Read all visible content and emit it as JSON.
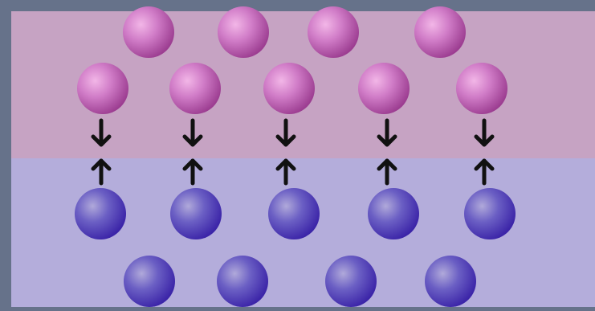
{
  "colors": {
    "frame": "#66728a",
    "top_region": "#c6a3c3",
    "bottom_region": "#b4addb",
    "top_sphere_light": "#f2b6e7",
    "top_sphere_mid": "#d17dc8",
    "top_sphere_dark": "#9b3c90",
    "bottom_sphere_light": "#b0a9da",
    "bottom_sphere_mid": "#6b5fc4",
    "bottom_sphere_dark": "#3a23a7",
    "arrow": "#111111"
  },
  "layers": {
    "top_region": {
      "name": "upper-phase"
    },
    "bottom_region": {
      "name": "lower-phase"
    }
  },
  "particles": {
    "top_outer_count": 4,
    "top_interface_count": 5,
    "bottom_interface_count": 5,
    "bottom_outer_count": 4
  },
  "interactions": {
    "arrow_pairs": 5,
    "arrow_icon_top": "arrow-down-icon",
    "arrow_icon_bottom": "arrow-up-icon"
  }
}
